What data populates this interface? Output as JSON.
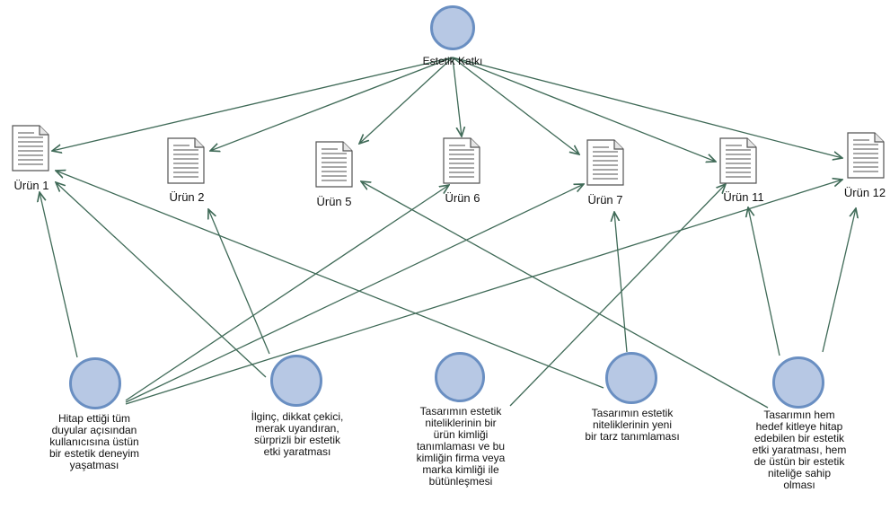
{
  "root": {
    "label": "Estetik Katkı"
  },
  "products": [
    {
      "id": "p1",
      "label": "Ürün 1"
    },
    {
      "id": "p2",
      "label": "Ürün 2"
    },
    {
      "id": "p5",
      "label": "Ürün 5"
    },
    {
      "id": "p6",
      "label": "Ürün 6"
    },
    {
      "id": "p7",
      "label": "Ürün 7"
    },
    {
      "id": "p11",
      "label": "Ürün 11"
    },
    {
      "id": "p12",
      "label": "Ürün 12"
    }
  ],
  "criteria": [
    {
      "id": "c1",
      "label": "Hitap ettiği tüm\nduyular açısından\nkullanıcısına üstün\nbir estetik deneyim\nyaşatması",
      "targets": [
        "p1",
        "p6",
        "p7",
        "p12"
      ]
    },
    {
      "id": "c2",
      "label": "İlginç, dikkat çekici,\nmerak uyandıran,\nsürprizli bir estetik\netki yaratması",
      "targets": [
        "p1",
        "p2"
      ]
    },
    {
      "id": "c3",
      "label": "Tasarımın estetik\nniteliklerinin bir\nürün kimliği\ntanımlaması ve bu\nkimliğin firma veya\nmarka kimliği ile\nbütünleşmesi",
      "targets": [
        "p11"
      ]
    },
    {
      "id": "c4",
      "label": "Tasarımın estetik\nniteliklerinin yeni\nbir tarz tanımlaması",
      "targets": [
        "p1",
        "p7"
      ]
    },
    {
      "id": "c5",
      "label": "Tasarımın hem\nhedef kitleye hitap\nedebilen bir estetik\netki yaratması, hem\nde üstün bir estetik\nniteliğe sahip\nolması",
      "targets": [
        "p5",
        "p11",
        "p12"
      ]
    }
  ],
  "root_targets": [
    "p1",
    "p2",
    "p5",
    "p6",
    "p7",
    "p11",
    "p12"
  ],
  "colors": {
    "edge": "#3f6a57",
    "node_fill": "#b7c8e4",
    "node_border": "#6a8fc2"
  }
}
